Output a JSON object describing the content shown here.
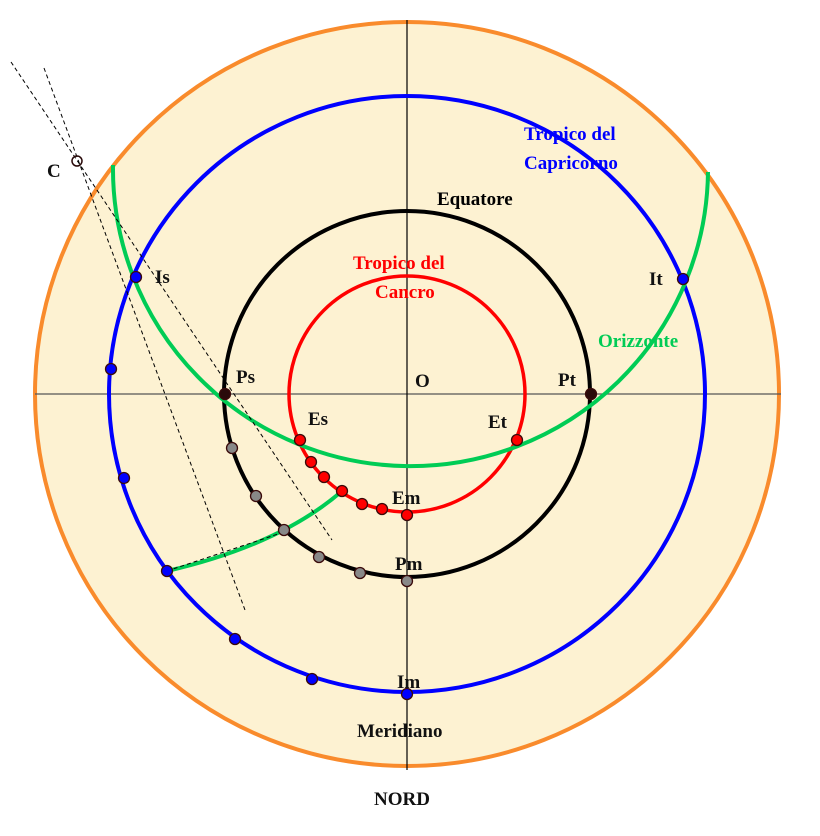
{
  "colors": {
    "background_disc": "#fdf2d2",
    "outer_circle": "#f98b2c",
    "capricorn": "#0000ff",
    "equator": "#000000",
    "cancer": "#ff0000",
    "horizon": "#00cc55",
    "point_gray": "#888888",
    "point_dark": "#2a0a0a"
  },
  "labels": {
    "capricorn_line1": "Tropico del",
    "capricorn_line2": "Capricorno",
    "equator": "Equatore",
    "cancer_line1": "Tropico del",
    "cancer_line2": "Cancro",
    "horizon": "Orizzonte",
    "center": "O",
    "ps": "Ps",
    "pt": "Pt",
    "es": "Es",
    "et": "Et",
    "em": "Em",
    "pm": "Pm",
    "im": "Im",
    "is": "Is",
    "it": "It",
    "meridian": "Meridiano",
    "north": "NORD",
    "c": "C"
  }
}
